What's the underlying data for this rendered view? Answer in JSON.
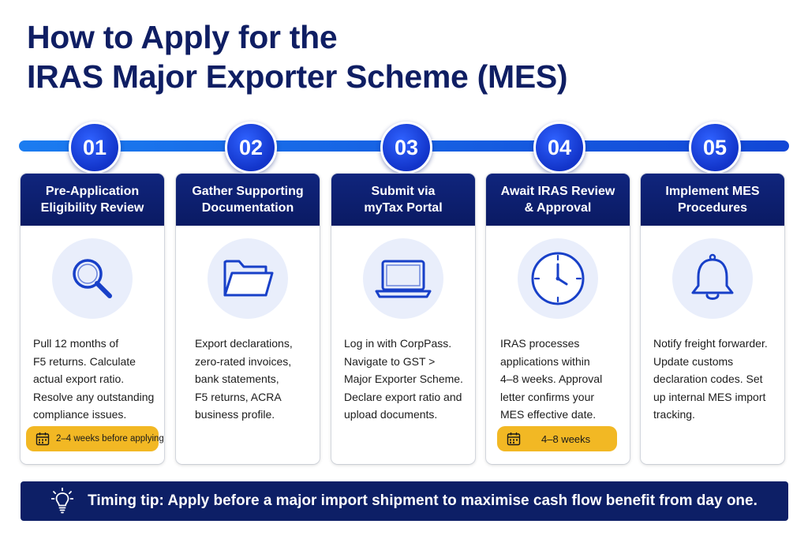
{
  "title": {
    "line1": "How to Apply for the",
    "line2": "IRAS Major Exporter Scheme (MES)"
  },
  "steps": [
    {
      "number": "01",
      "title_lines": [
        "Pre-Application",
        "Eligibility Review"
      ],
      "icon": "magnifying-glass-icon",
      "text_lines": [
        "Pull 12 months of",
        "F5 returns. Calculate",
        "actual export ratio.",
        "Resolve any outstanding",
        "compliance issues."
      ],
      "badge": "2–4 weeks before applying"
    },
    {
      "number": "02",
      "title_lines": [
        "Gather Supporting",
        "Documentation"
      ],
      "icon": "folder-icon",
      "text_lines": [
        "Export declarations,",
        "zero-rated invoices,",
        "bank statements,",
        "F5 returns, ACRA",
        "business profile."
      ]
    },
    {
      "number": "03",
      "title_lines": [
        "Submit via",
        "myTax Portal"
      ],
      "icon": "laptop-icon",
      "text_lines": [
        "Log in with CorpPass.",
        "Navigate to GST >",
        "Major Exporter Scheme.",
        "Declare export ratio and",
        "upload documents."
      ]
    },
    {
      "number": "04",
      "title_lines": [
        "Await IRAS Review",
        "& Approval"
      ],
      "icon": "clock-icon",
      "text_lines": [
        "IRAS processes",
        "applications within",
        "4–8 weeks. Approval",
        "letter confirms your",
        "MES effective date."
      ],
      "badge": "4–8 weeks"
    },
    {
      "number": "05",
      "title_lines": [
        "Implement MES",
        "Procedures"
      ],
      "icon": "bell-icon",
      "text_lines": [
        "Notify freight forwarder.",
        "Update customs",
        "declaration codes. Set",
        "up internal MES import",
        "tracking."
      ]
    }
  ],
  "tip": {
    "icon": "lightbulb-icon",
    "text": "Timing tip: Apply before a major import shipment to maximise cash flow benefit from day one."
  },
  "colors": {
    "navy": "#0d1f66",
    "accent_blue": "#1a4fe0",
    "badge_yellow": "#f2b824",
    "icon_circle": "#e9eefb"
  }
}
